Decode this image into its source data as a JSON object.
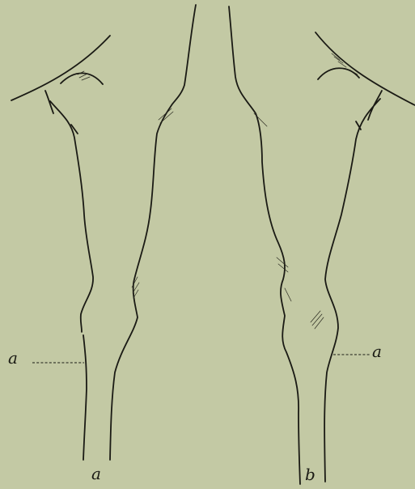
{
  "figure": {
    "labels": {
      "left_marker": "a",
      "right_marker": "a",
      "left_caption": "a",
      "right_caption": "b"
    }
  }
}
